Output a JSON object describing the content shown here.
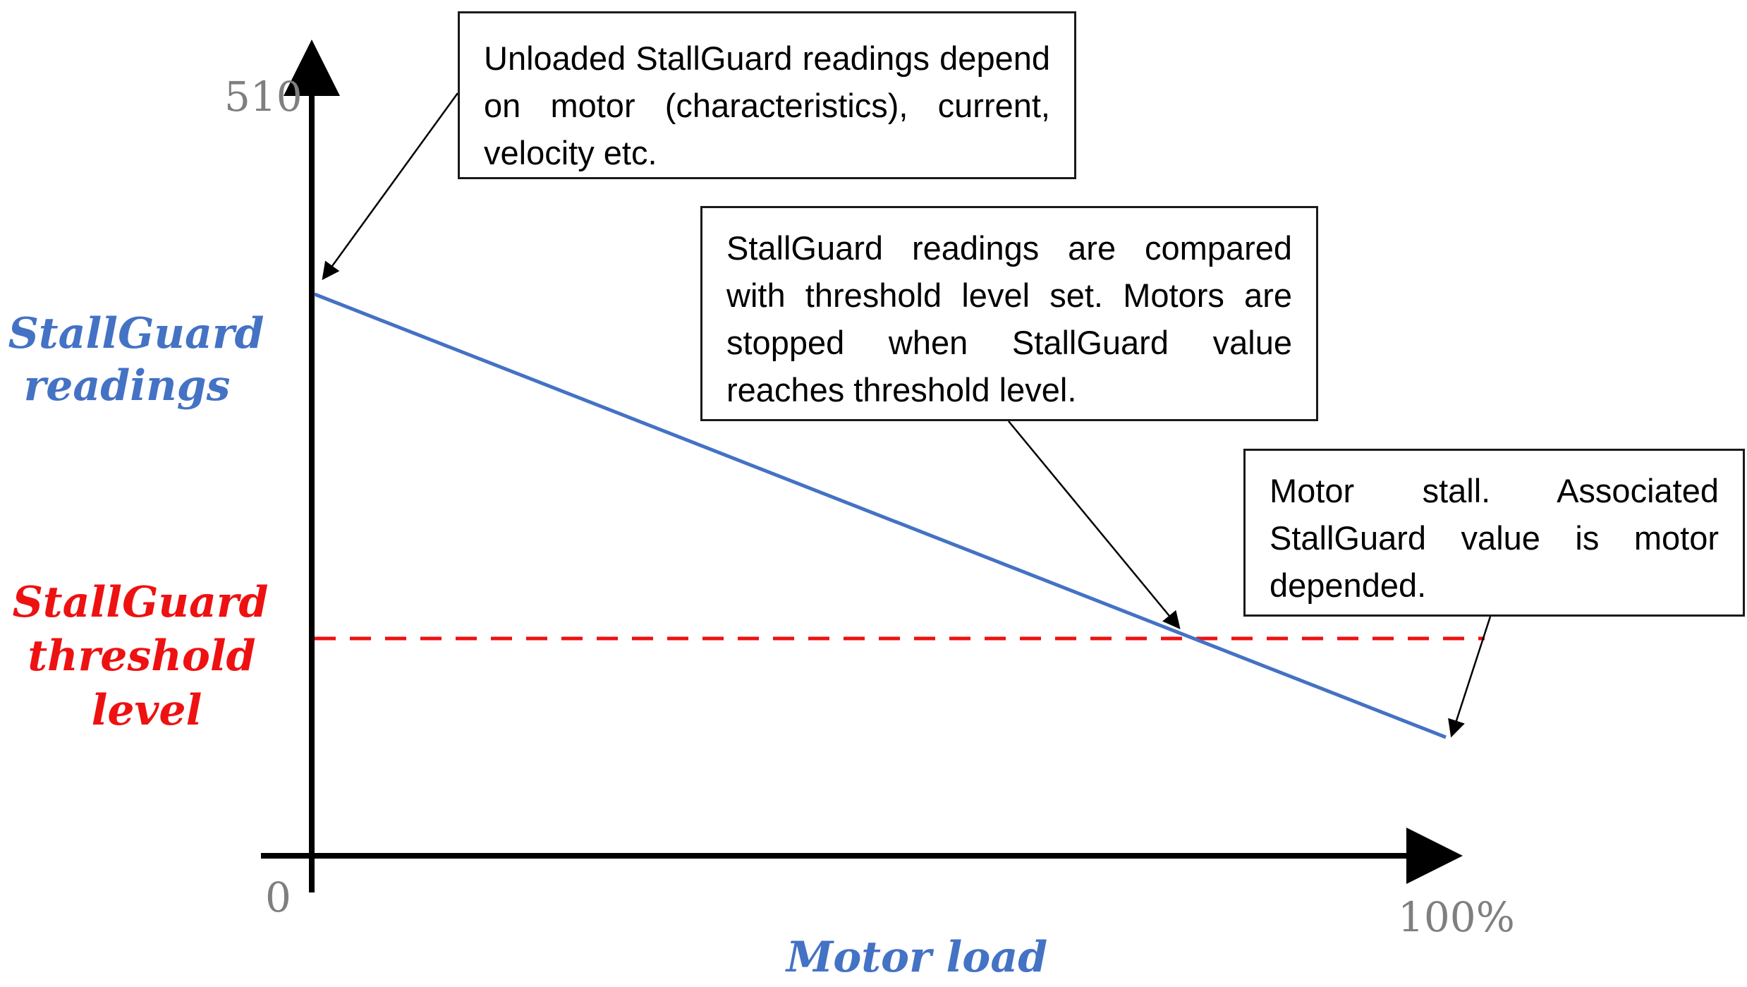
{
  "axes": {
    "y_max_label": "510",
    "origin_label": "0",
    "x_max_label": "100%",
    "y_axis_label_line1": "StallGuard",
    "y_axis_label_line2": "readings",
    "x_axis_label": "Motor load"
  },
  "threshold": {
    "label_line1": "StallGuard",
    "label_line2": "threshold",
    "label_line3": "level"
  },
  "callouts": {
    "unloaded": "Unloaded StallGuard readings depend on motor (characteristics), current, velocity etc.",
    "compare": "StallGuard readings are compared with threshold level set. Motors are stopped when StallGuard value reaches threshold level.",
    "stall": "Motor stall. Associated StallGuard value is motor depended."
  },
  "colors": {
    "readings_line": "#4472c4",
    "threshold_line": "#ee1111",
    "axis": "#000000"
  }
}
